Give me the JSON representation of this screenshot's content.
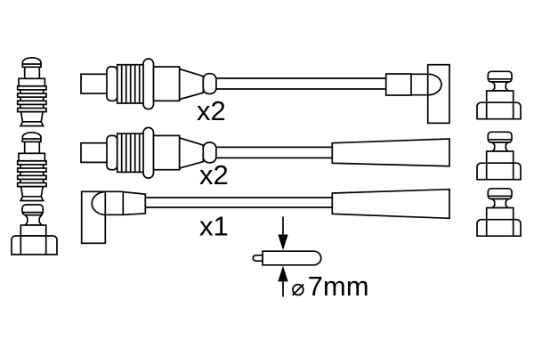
{
  "diagram": {
    "title": "ignition-cable-kit-line-drawing",
    "colors": {
      "line": "#000000",
      "background": "#ffffff",
      "text": "#000000"
    },
    "labels": {
      "cable1_qty": "x2",
      "cable2_qty": "x2",
      "cable3_qty": "x1"
    },
    "dimension": {
      "symbol": "⌀",
      "value": "7mm"
    }
  }
}
